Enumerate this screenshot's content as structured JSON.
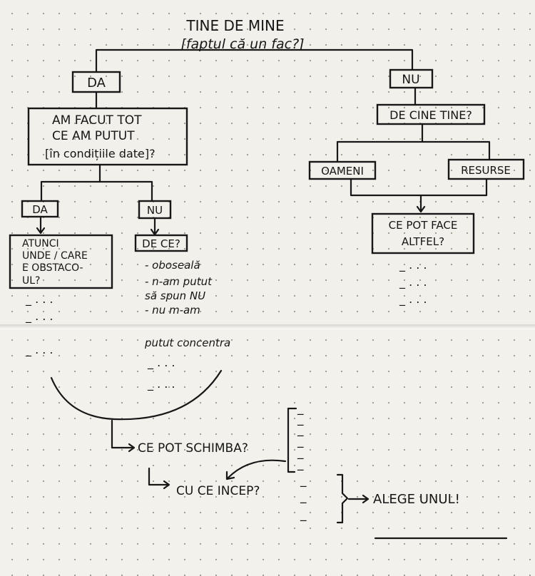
{
  "title": {
    "line1": "TINE DE MINE",
    "line2": "[faptul că un fac?]"
  },
  "left_branch": {
    "answer": "DA",
    "question_lines": [
      "AM FACUT TOT",
      "CE AM PUTUT",
      "[în condițiile date]?"
    ],
    "yes": {
      "label": "DA",
      "result_lines": [
        "ATUNCI",
        "UNDE / CARE",
        "E OBSTACO-",
        "UL?"
      ],
      "placeholders": [
        "_ . . .",
        "_ . . ."
      ]
    },
    "no": {
      "label": "NU",
      "question": "DE CE?",
      "reasons": [
        "- oboseală",
        "- n-am putut",
        "  să spun NU",
        "- nu m-am",
        "  putut concentra"
      ],
      "placeholders": [
        "_ . . .",
        "_ . . ."
      ]
    }
  },
  "right_branch": {
    "answer": "NU",
    "question": "DE CINE TINE?",
    "options": [
      "OAMENI",
      "RESURSE"
    ],
    "result_lines": [
      "CE POT FACE",
      "ALTFEL?"
    ],
    "placeholders": [
      "_ . . .",
      "_ . . .",
      "_ . . ."
    ]
  },
  "bottom": {
    "left_placeholder": "_ . . .",
    "change_question": "CE POT SCHIMBA?",
    "start_question": "CU CE INCEP?",
    "list_placeholders": [
      "_",
      "_",
      "_",
      "_",
      "_",
      "_"
    ],
    "pick_list_placeholders": [
      "_",
      "_",
      "_"
    ],
    "pick_one": "ALEGE UNUL!"
  },
  "colors": {
    "ink": "#171717",
    "paper": "#f2f0ea",
    "dots": "#9a968e"
  }
}
